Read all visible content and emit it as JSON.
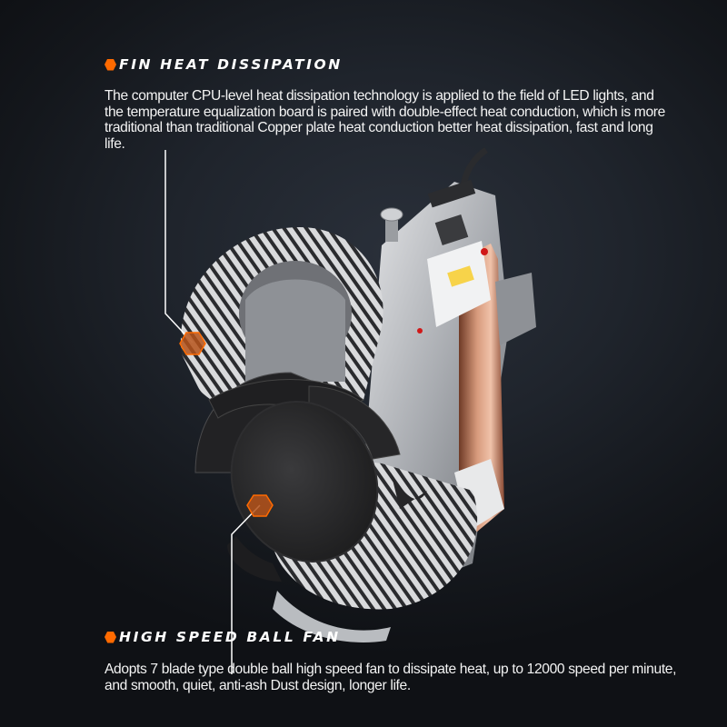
{
  "sections": [
    {
      "heading": "FIN HEAT DISSIPATION",
      "bullet_icon": "orange-hexagon",
      "body": "The computer CPU-level heat dissipation technology is applied to the field of LED lights, and the temperature equalization board is paired with double-effect heat conduction, which is more traditional than traditional Copper plate heat conduction better heat dissipation, fast and long life."
    },
    {
      "heading": "HIGH SPEED BALL FAN",
      "bullet_icon": "orange-hexagon",
      "body": "Adopts 7 blade type double ball high speed fan to dissipate heat, up to 12000 speed per minute, and smooth, quiet, anti-ash Dust design, longer life."
    }
  ],
  "product": {
    "name": "LED headlight bulb exploded view",
    "parts": [
      "heat sink fins",
      "copper heat pipe",
      "LED chip",
      "7-blade fan",
      "adjustment screw"
    ]
  },
  "colors": {
    "accent": "#ff6a00",
    "background": "#1f242c",
    "text": "#f4f4f4",
    "copper": "#c98a6c",
    "aluminum": "#b9bcc0"
  }
}
